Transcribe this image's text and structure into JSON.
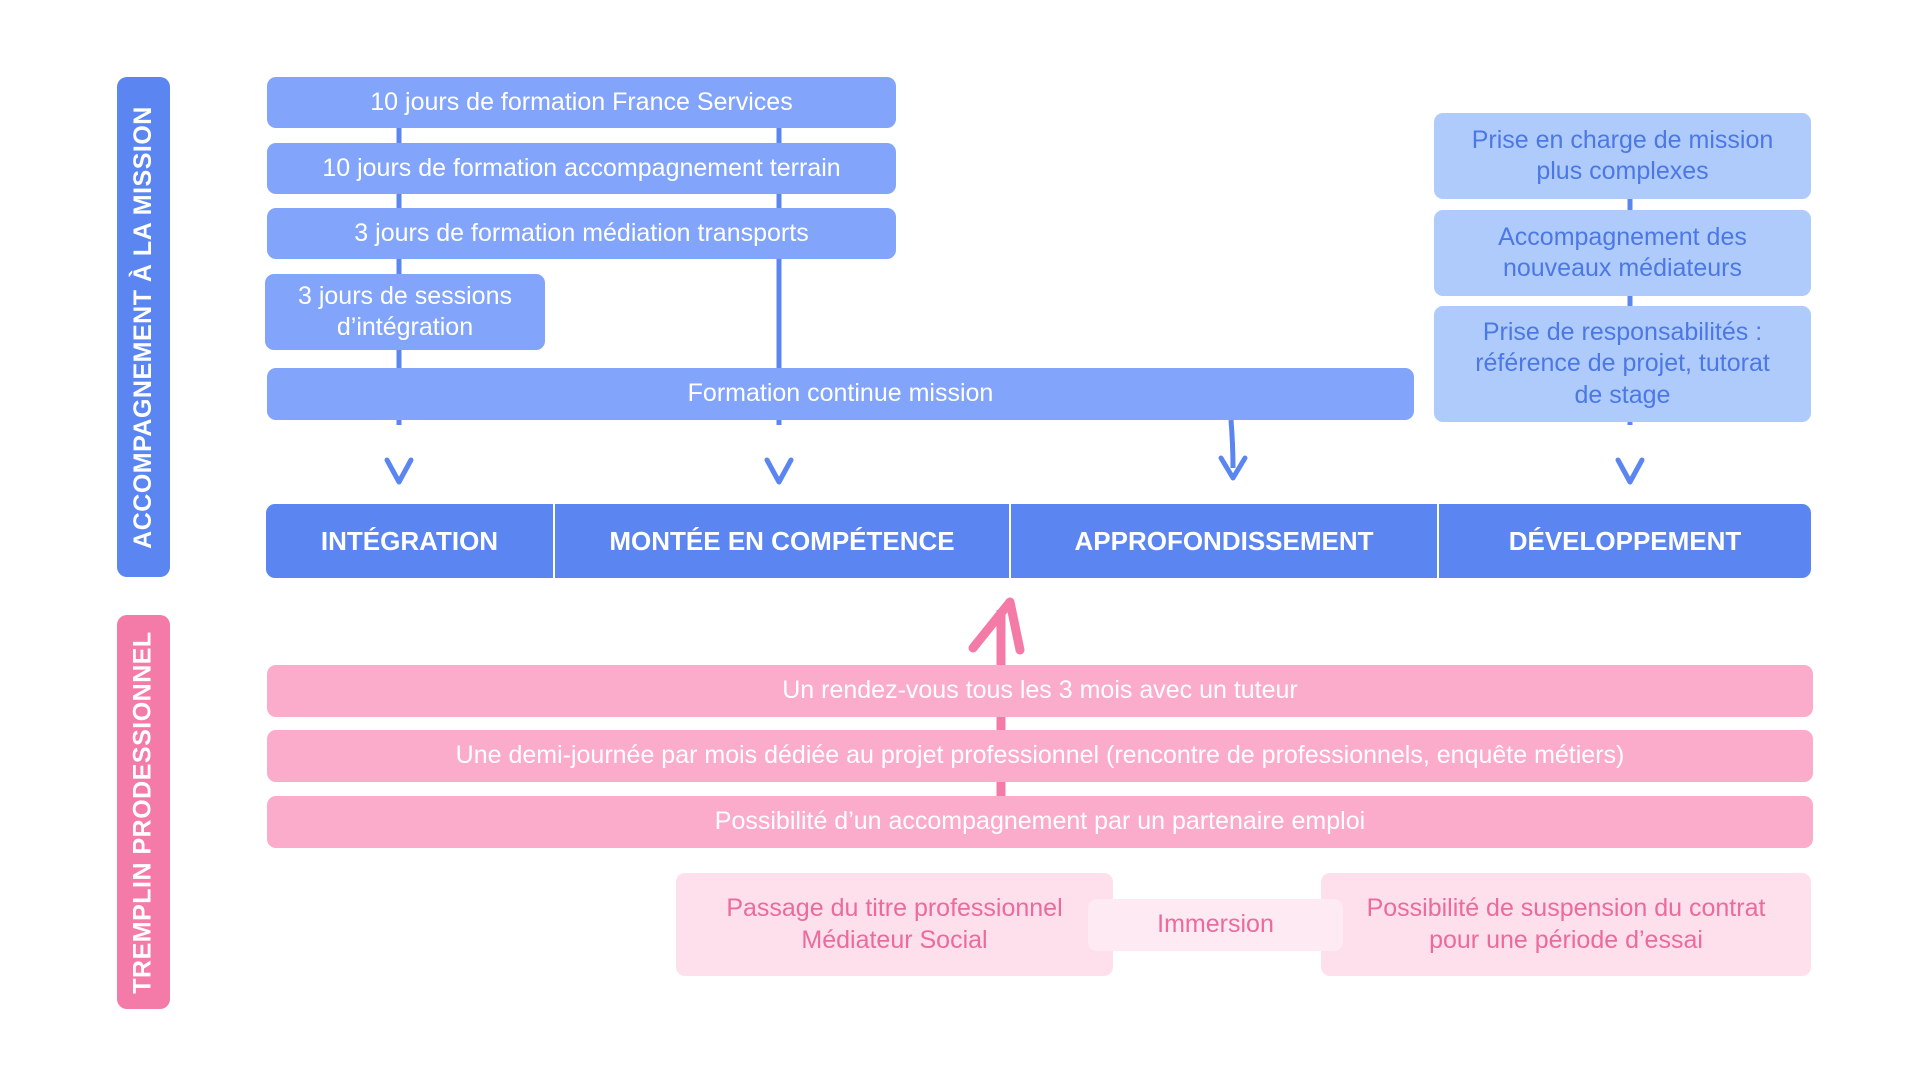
{
  "side_labels": {
    "mission": "ACCOMPAGNEMENT À LA MISSION",
    "tremplin": "TREMPLIN PRODESSIONNEL"
  },
  "trainings": [
    "10 jours de formation France Services",
    "10 jours de formation accompagnement terrain",
    "3 jours de formation médiation transports",
    "3 jours de sessions d’intégration",
    "Formation continue mission"
  ],
  "development": [
    "Prise en charge de mission plus complexes",
    "Accompagnement des nouveaux médiateurs",
    "Prise de responsabilités : référence de projet, tutorat de stage"
  ],
  "phases": [
    "INTÉGRATION",
    "MONTÉE EN COMPÉTENCE",
    "APPROFONDISSEMENT",
    "DÉVELOPPEMENT"
  ],
  "tremplin_bars": [
    "Un rendez-vous tous les 3 mois avec un tuteur",
    "Une demi-journée par mois dédiée au projet professionnel (rencontre de professionnels, enquête métiers)",
    "Possibilité d’un accompagnement par un partenaire emploi"
  ],
  "tremplin_boxes": {
    "left": "Passage du titre professionnel Médiateur Social",
    "center": "Immersion",
    "right": "Possibilité de suspension du contrat pour une période d’essai"
  },
  "colors": {
    "blue_dark": "#5b86f2",
    "blue_mid": "#82a5fb",
    "blue_light": "#aecbfb",
    "pink_dark": "#f47ba8",
    "pink_mid": "#fbaccb",
    "pink_light": "#fde0ec"
  }
}
